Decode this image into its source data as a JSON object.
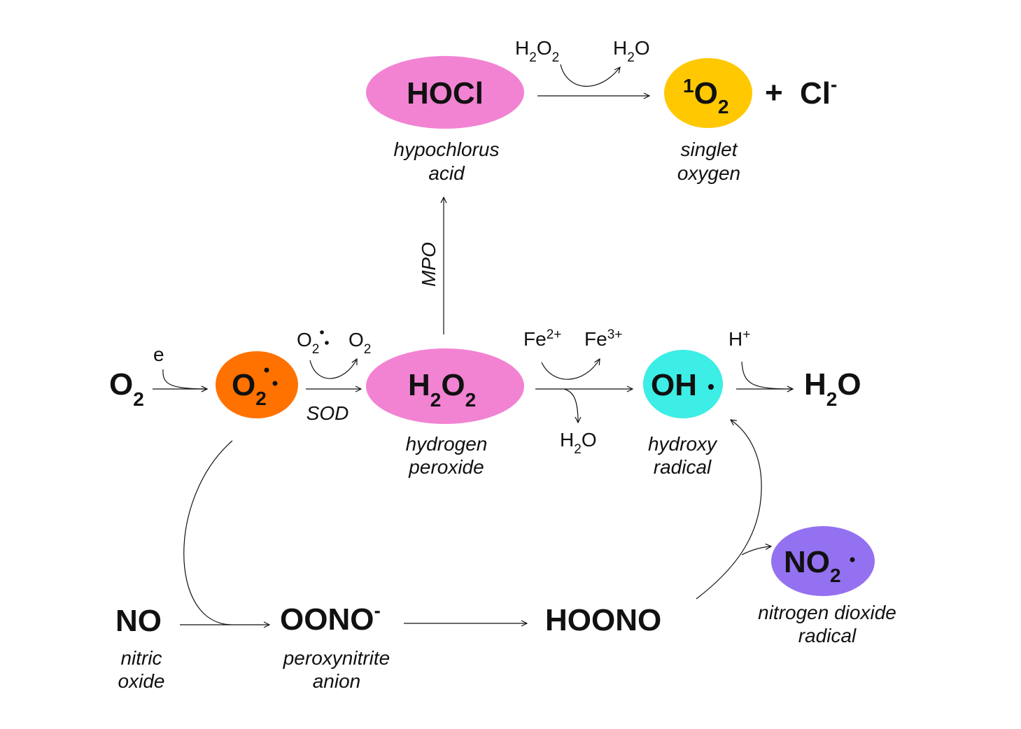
{
  "colors": {
    "hocl": "#f283d3",
    "h2o2": "#f283d3",
    "singlet": "#ffc800",
    "superoxide": "#ff7200",
    "hydroxyl": "#3ceee5",
    "no2": "#9471f0"
  },
  "species": {
    "hocl": {
      "label": "HOCl",
      "caption": [
        "hypochlorus",
        "acid"
      ]
    },
    "singlet_oxygen": {
      "sup": "1",
      "main": "O",
      "sub": "2",
      "caption": [
        "singlet",
        "oxygen"
      ]
    },
    "plus": "+",
    "chloride": {
      "main": "Cl",
      "sup": "-"
    },
    "o2": {
      "main": "O",
      "sub": "2"
    },
    "superoxide": {
      "main": "O",
      "sub": "2"
    },
    "h2o2": {
      "h": "H",
      "sub1": "2",
      "o": "O",
      "sub2": "2",
      "caption": [
        "hydrogen",
        "peroxide"
      ]
    },
    "hydroxyl": {
      "main": "OH",
      "caption": [
        "hydroxy",
        "radical"
      ]
    },
    "water": {
      "h": "H",
      "sub": "2",
      "o": "O"
    },
    "no": {
      "main": "NO",
      "caption": [
        "nitric",
        "oxide"
      ]
    },
    "peroxynitrite": {
      "main": "OONO",
      "sup": "-",
      "caption": [
        "peroxynitrite",
        "anion"
      ]
    },
    "hoono": {
      "main": "HOONO"
    },
    "no2": {
      "main": "NO",
      "sub": "2",
      "caption": [
        "nitrogen dioxide",
        "radical"
      ]
    }
  },
  "reagents": {
    "top_h2o2": {
      "h": "H",
      "sub1": "2",
      "o": "O",
      "sub2": "2"
    },
    "top_h2o": {
      "h": "H",
      "sub": "2",
      "o": "O"
    },
    "electron": "e",
    "sod_in": {
      "main": "O",
      "sub": "2"
    },
    "sod_out": {
      "main": "O",
      "sub": "2"
    },
    "sod_label": "SOD",
    "mpo_label": "MPO",
    "fe2": {
      "main": "Fe",
      "sup": "2+"
    },
    "fe3": {
      "main": "Fe",
      "sup": "3+"
    },
    "fenton_h2o": {
      "h": "H",
      "sub": "2",
      "o": "O"
    },
    "proton": {
      "main": "H",
      "sup": "+"
    }
  }
}
